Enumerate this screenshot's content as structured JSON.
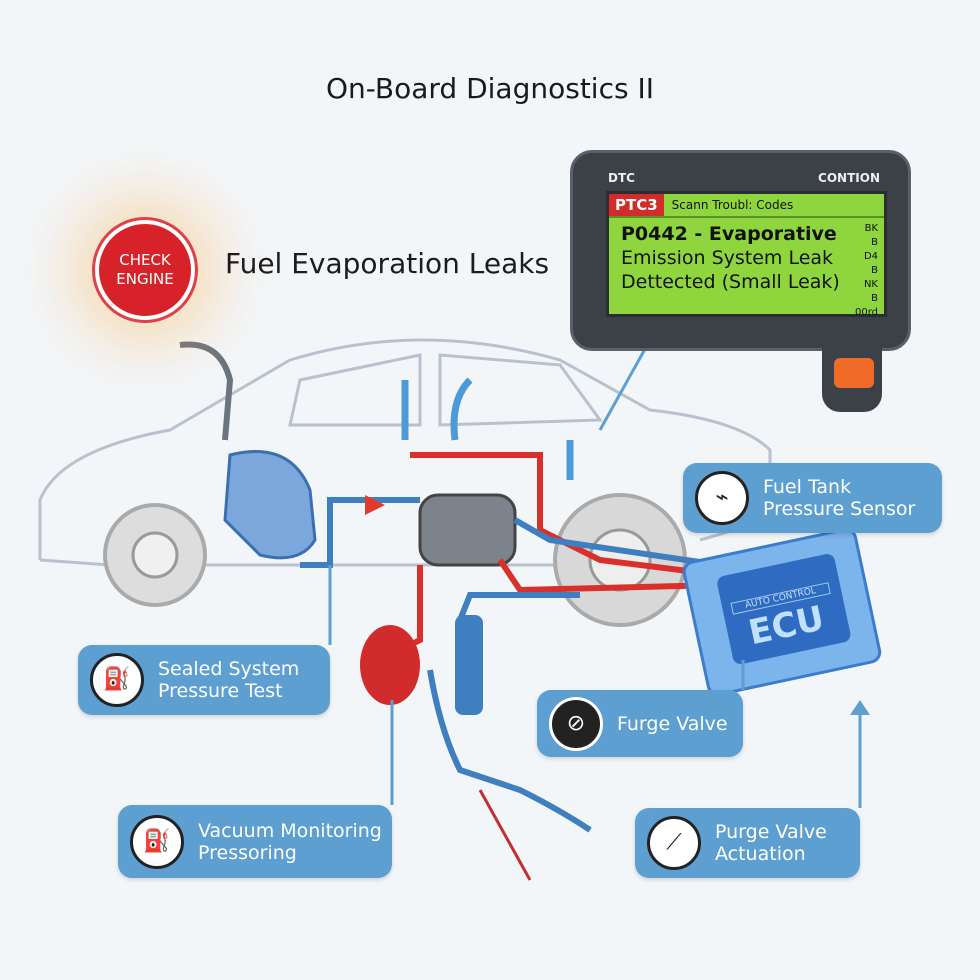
{
  "title": "On-Board Diagnostics II",
  "subtitle": "Fuel Evaporation Leaks",
  "check_engine": {
    "line1": "CHECK",
    "line2": "ENGINE",
    "color": "#d8222a"
  },
  "scanner": {
    "left_header": "DTC",
    "right_header": "CONTION",
    "code_tag": "PTC3",
    "bar_text": "Scann Troubl: Codes",
    "message_line1": "P0442 - Evaporative",
    "message_line2": "Emission System Leak",
    "message_line3": "Dettected (Small Leak)",
    "side_values": [
      "BK",
      "B",
      "D4",
      "B",
      "NK",
      "B",
      "00rd"
    ],
    "screen_color": "#8fd63e"
  },
  "ecu": {
    "label": "ECU",
    "sublabel": "AUTO CONTROL"
  },
  "labels": [
    {
      "text1": "Fuel Tank",
      "text2": "Pressure Sensor",
      "icon": "pressure-sensor-icon"
    },
    {
      "text1": "Sealed System",
      "text2": "Pressure Test",
      "icon": "fuel-pump-icon"
    },
    {
      "text1": "Furge Valve",
      "text2": "",
      "icon": "no-valve-icon"
    },
    {
      "text1": "Vacuum Monitoring",
      "text2": "Pressoring",
      "icon": "fuel-pump-icon"
    },
    {
      "text1": "Purge Valve",
      "text2": "Actuation",
      "icon": "valve-tool-icon"
    }
  ],
  "colors": {
    "label_bg": "#5d9fd0",
    "hose_red": "#d9302c",
    "hose_blue": "#3f7fc0",
    "ecu_blue": "#4a8fe0"
  }
}
